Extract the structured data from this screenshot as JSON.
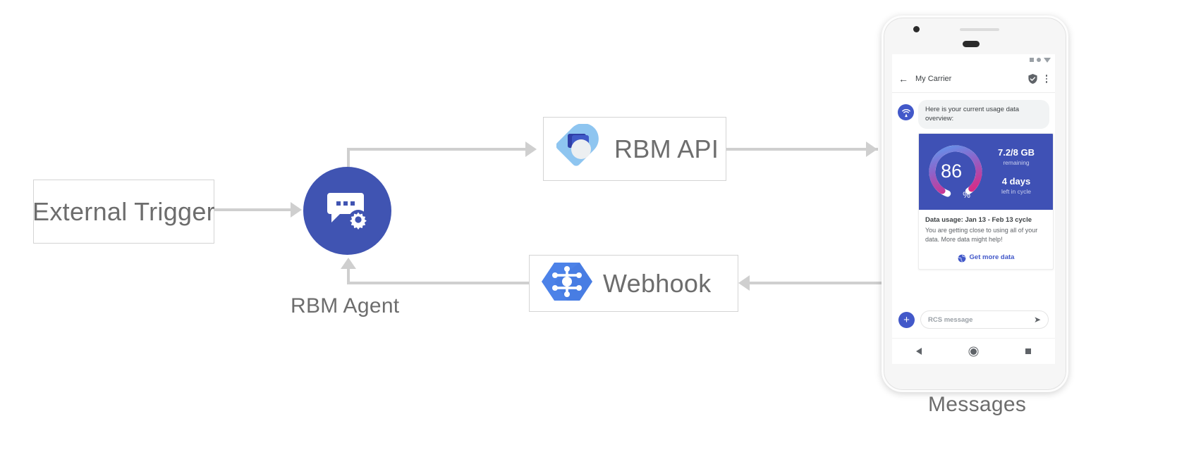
{
  "diagram": {
    "nodes": {
      "external_trigger": {
        "label": "External Trigger"
      },
      "rbm_agent": {
        "label": "RBM Agent",
        "icon": "chat-gear-icon",
        "color": "#4054b2"
      },
      "rbm_api": {
        "label": "RBM API",
        "icon": "rbm-api-logo-icon"
      },
      "webhook": {
        "label": "Webhook",
        "icon": "webhook-hexagon-icon",
        "color": "#4c82e8"
      },
      "messages": {
        "label": "Messages"
      }
    },
    "connector_color": "#cfcfcf"
  },
  "phone": {
    "status_bar": {
      "icons": [
        "square-icon",
        "circle-icon",
        "triangle-down-icon"
      ]
    },
    "app_bar": {
      "back_icon": "back-arrow-icon",
      "title": "My Carrier",
      "verified_icon": "verified-shield-icon",
      "overflow_icon": "kebab-menu-icon"
    },
    "conversation": {
      "agent_avatar_icon": "broadcast-signal-icon",
      "messages": [
        {
          "text": "Here is your current usage data overview:"
        }
      ],
      "rich_card": {
        "gauge": {
          "percent_value": "86",
          "percent_symbol": "%",
          "percent_number": 86,
          "gradient_start": "#5b9bf0",
          "gradient_mid": "#8e63c9",
          "gradient_end": "#e0257f",
          "track_color": "#ffffff",
          "panel_color": "#3f51b5"
        },
        "stats": [
          {
            "value": "7.2/8 GB",
            "caption": "remaining"
          },
          {
            "value": "4 days",
            "caption": "left in cycle"
          }
        ],
        "title": "Data usage: Jan 13 - Feb 13 cycle",
        "body": "You are getting close to using all of your data. More data might help!",
        "action": {
          "label": "Get more data",
          "icon": "globe-icon",
          "color": "#4258c9"
        }
      }
    },
    "composer": {
      "add_icon": "plus-icon",
      "placeholder": "RCS message",
      "value": "",
      "send_icon": "send-icon"
    },
    "nav_bar": {
      "icons": [
        "back-triangle-icon",
        "home-circle-icon",
        "recents-square-icon"
      ]
    }
  }
}
